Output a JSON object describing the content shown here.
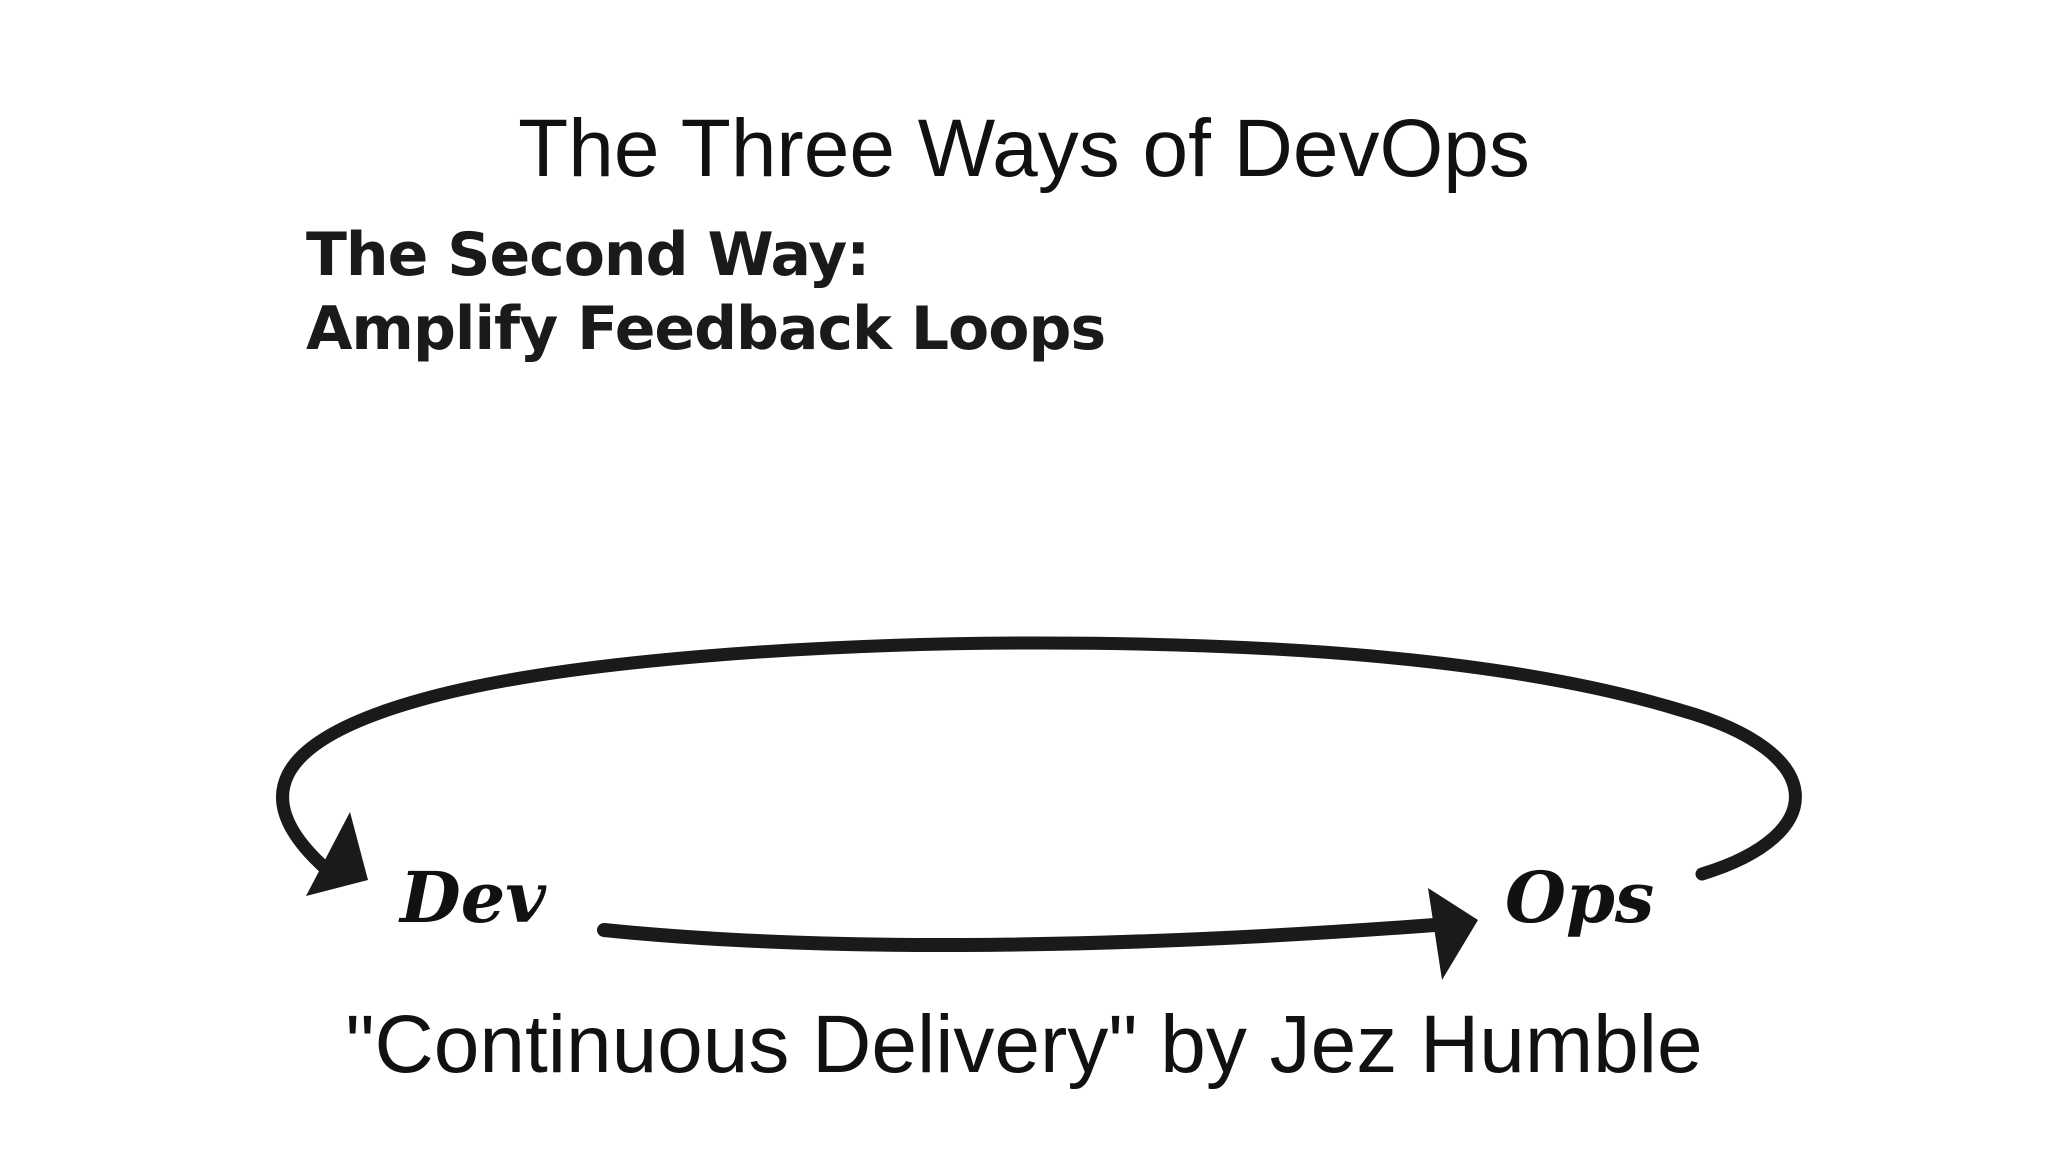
{
  "slide": {
    "title": "The Three Ways of DevOps",
    "caption": "\"Continuous Delivery\" by Jez Humble"
  },
  "diagram": {
    "heading_line1": "The Second Way:",
    "heading_line2": "Amplify Feedback Loops",
    "nodes": {
      "dev": "Dev",
      "ops": "Ops"
    },
    "arrows": {
      "forward": "dev-to-ops",
      "feedback": "ops-to-dev"
    },
    "colors": {
      "arrow": "#1a1a1a",
      "text": "#111111"
    }
  }
}
